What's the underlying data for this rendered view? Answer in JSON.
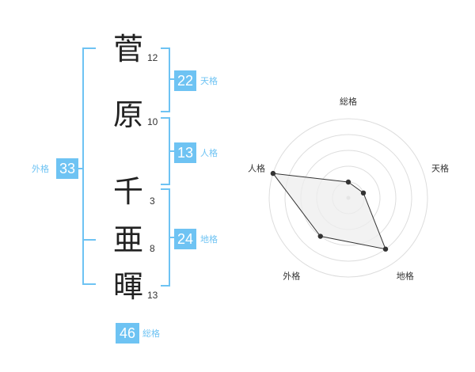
{
  "name": {
    "chars": [
      {
        "char": "菅",
        "strokes": "12"
      },
      {
        "char": "原",
        "strokes": "10"
      },
      {
        "char": "千",
        "strokes": "3"
      },
      {
        "char": "亜",
        "strokes": "8"
      },
      {
        "char": "暉",
        "strokes": "13"
      }
    ]
  },
  "fortune": {
    "tenkaku": {
      "value": "22",
      "label": "天格"
    },
    "jinkaku": {
      "value": "13",
      "label": "人格"
    },
    "chikaku": {
      "value": "24",
      "label": "地格"
    },
    "gaikaku": {
      "value": "33",
      "label": "外格"
    },
    "soukaku": {
      "value": "46",
      "label": "総格"
    }
  },
  "colors": {
    "accent": "#6ec3f3",
    "polygon_fill": "#eeeeee",
    "polygon_stroke": "#333333"
  },
  "chart_data": {
    "type": "radar",
    "axes": [
      "総格",
      "天格",
      "地格",
      "外格",
      "人格"
    ],
    "values": [
      1,
      1,
      4,
      3,
      5
    ],
    "max": 5,
    "rings": 5
  }
}
